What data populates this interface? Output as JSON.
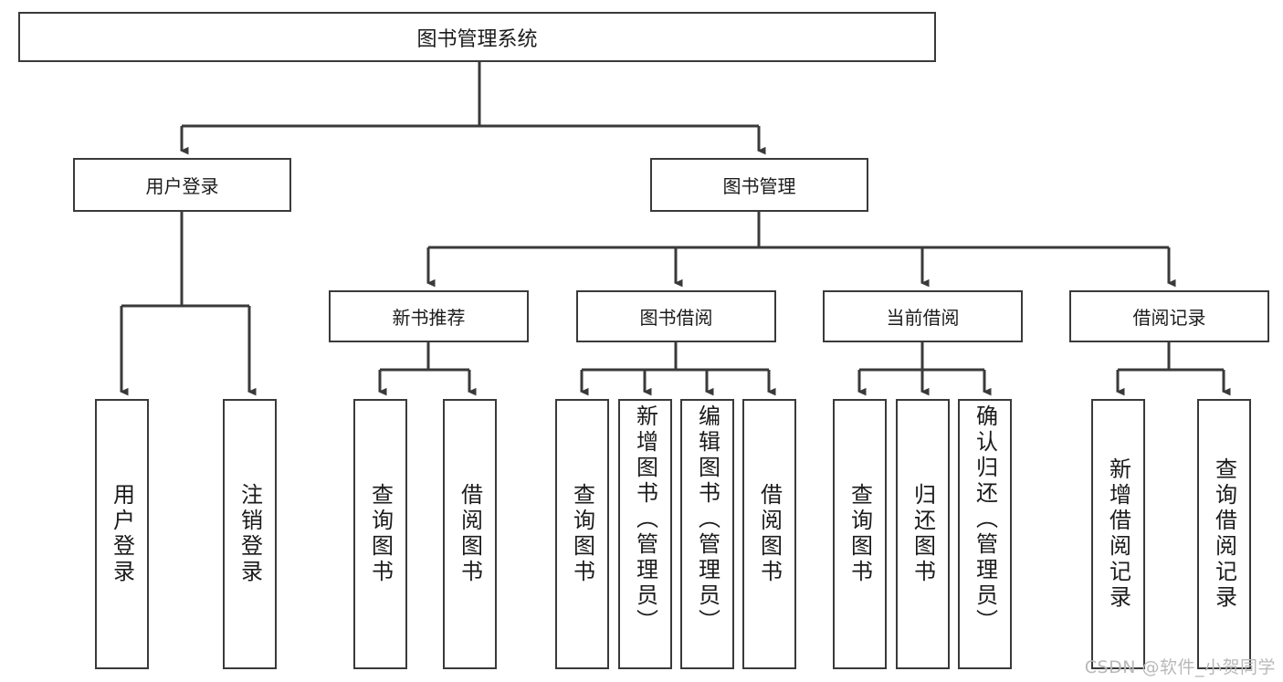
{
  "diagram": {
    "title": "图书管理系统",
    "watermark": "CSDN @软件_小贺同学",
    "colors": {
      "background": "#ffffff",
      "box_border": "#3a3a3a",
      "box_fill": "#ffffff",
      "connector": "#3a3a3a",
      "text": "#1b1b1b",
      "watermark": "#b9b9b9"
    },
    "root": {
      "label": "图书管理系统"
    },
    "level1": [
      {
        "label": "用户登录"
      },
      {
        "label": "图书管理"
      }
    ],
    "level2": [
      {
        "label": "新书推荐"
      },
      {
        "label": "图书借阅"
      },
      {
        "label": "当前借阅"
      },
      {
        "label": "借阅记录"
      }
    ],
    "leaves": {
      "user_login": [
        {
          "label": "用户登录"
        },
        {
          "label": "注销登录"
        }
      ],
      "new_book_recommend": [
        {
          "label": "查询图书"
        },
        {
          "label": "借阅图书"
        }
      ],
      "book_borrow": [
        {
          "label": "查询图书"
        },
        {
          "label": "新增图书（管理员）"
        },
        {
          "label": "编辑图书（管理员）"
        },
        {
          "label": "借阅图书"
        }
      ],
      "current_borrow": [
        {
          "label": "查询图书"
        },
        {
          "label": "归还图书"
        },
        {
          "label": "确认归还（管理员）"
        }
      ],
      "borrow_record": [
        {
          "label": "新增借阅记录"
        },
        {
          "label": "查询借阅记录"
        }
      ]
    }
  }
}
